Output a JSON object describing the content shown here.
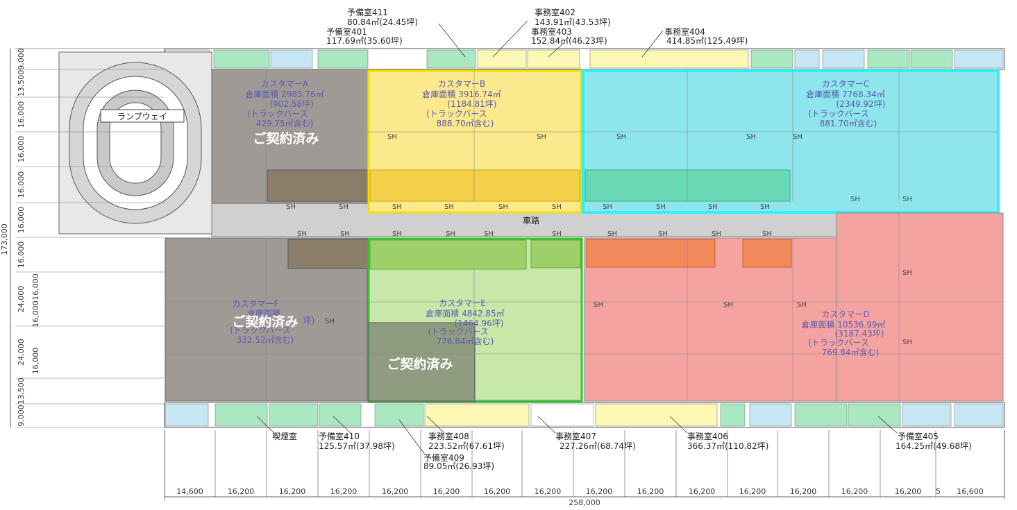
{
  "rooms_top": [
    {
      "name": "予備室411",
      "area": "80.84㎡(24.45坪)"
    },
    {
      "name": "予備室401",
      "area": "117.69㎡(35.60坪)"
    },
    {
      "name": "事務室402",
      "area": "143.91㎡(43.53坪)"
    },
    {
      "name": "事務室403",
      "area": "152.84㎡(46.23坪)"
    },
    {
      "name": "事務室404",
      "area": "414.85㎡(125.49坪)"
    }
  ],
  "rooms_bottom": [
    {
      "name": "喫煙室",
      "area": ""
    },
    {
      "name": "予備室410",
      "area": "125.57㎡(37.98坪)"
    },
    {
      "name": "事務室408",
      "area": "223.52㎡(67.61坪)"
    },
    {
      "name": "予備室409",
      "area": "89.05㎡(26.93坪)"
    },
    {
      "name": "事務室407",
      "area": "227.26㎡(68.74坪)"
    },
    {
      "name": "事務室406",
      "area": "366.37㎡(110.82坪)"
    },
    {
      "name": "予備室405",
      "area": "164.25㎡(49.68坪)"
    }
  ],
  "ramp": {
    "label": "ランプウェイ"
  },
  "road": {
    "label": "車路"
  },
  "zones": {
    "A": {
      "name": "カスタマーA",
      "area": "倉庫面積 2983.76㎡",
      "tsubo": "(902.58坪)",
      "berth": "(トラックバース",
      "berth_area": "429.75㎡含む)",
      "status": "ご契約済み"
    },
    "B": {
      "name": "カスタマーB",
      "area": "倉庫面積 3916.74㎡",
      "tsubo": "(1184.81坪)",
      "berth": "(トラックバース",
      "berth_area": "888.70㎡含む)"
    },
    "C": {
      "name": "カスタマーC",
      "area": "倉庫面積 7768.34㎡",
      "tsubo": "(2349.92坪)",
      "berth": "(トラックバース",
      "berth_area": "881.70㎡含む)"
    },
    "D": {
      "name": "カスタマーD",
      "area": "倉庫面積 10536.99㎡",
      "tsubo": "(3187.43坪)",
      "berth": "(トラックバース",
      "berth_area": "769.84㎡含む)"
    },
    "E": {
      "name": "カスタマーE",
      "area": "倉庫面積 4842.85㎡",
      "tsubo": "(1464.96坪)",
      "berth": "(トラックバース",
      "berth_area": "776.84㎡含む)",
      "status": "ご契約済み"
    },
    "F": {
      "name": "カスタマーF",
      "area": "倉庫面積 ",
      "tsubo": "坪)",
      "berth": "(トラックバース",
      "berth_area": "332.52㎡含む)",
      "status": "ご契約済み"
    }
  },
  "shutter_label": "SH",
  "dims_bottom": [
    "14,600",
    "16,200",
    "16,200",
    "16,200",
    "16,200",
    "16,200",
    "16,200",
    "16,200",
    "16,200",
    "16,200",
    "16,200",
    "16,200",
    "16,200",
    "16,200",
    "16,200",
    "16,600"
  ],
  "dim_total_bottom": "258,000",
  "dims_left": [
    "9,000",
    "13,500",
    "16,000",
    "16,000",
    "16,000",
    "16,000",
    "16,000",
    "24,000",
    "24,000",
    "13,500",
    "9,000"
  ],
  "dims_left_inner": [
    "16,000",
    "16,000",
    "16,000"
  ],
  "dim_total_left": "173,000",
  "page_number": "5",
  "colors": {
    "grey_zone": "#a09a96",
    "yellow_zone": "#fbe98c",
    "cyan_zone": "#8ee6ec",
    "red_zone": "#f4a3a0",
    "green_zone": "#c7e8a8",
    "yellow_border": "#f1e000",
    "cyan_border": "#2ff0f8",
    "green_border": "#2ec82e",
    "road": "#d0d0d0"
  }
}
